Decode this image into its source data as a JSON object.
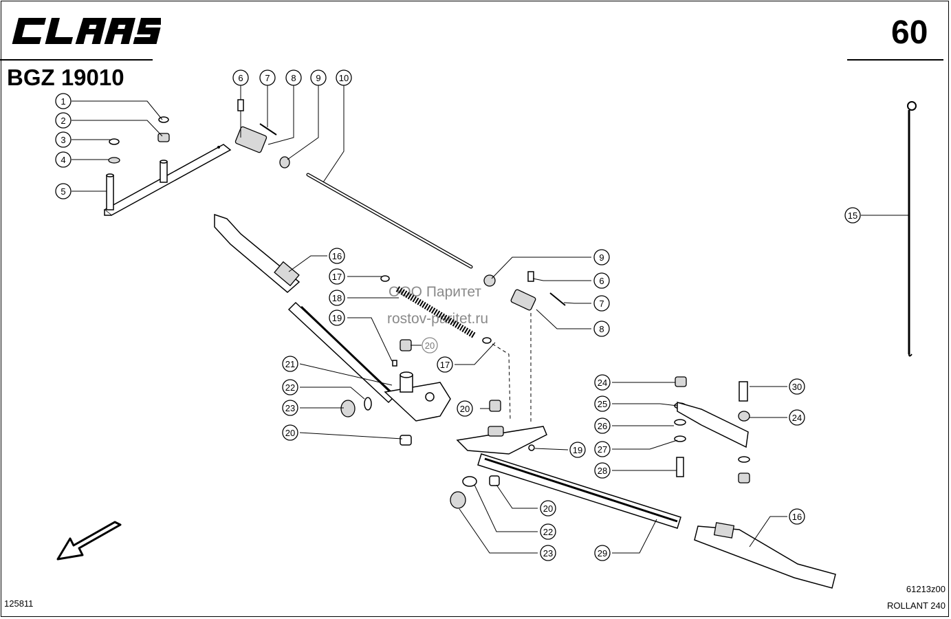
{
  "header": {
    "brand": "CLAAS",
    "page_number": "60",
    "group_code": "BGZ 19010"
  },
  "watermark": {
    "line1": "ООО Паритет",
    "line2": "rostov-paritet.ru"
  },
  "footer": {
    "sheet_id": "125811",
    "drawing_id": "61213z00",
    "model": "ROLLANT 240"
  },
  "callouts": [
    {
      "n": "1"
    },
    {
      "n": "2"
    },
    {
      "n": "3"
    },
    {
      "n": "4"
    },
    {
      "n": "5"
    },
    {
      "n": "6"
    },
    {
      "n": "7"
    },
    {
      "n": "8"
    },
    {
      "n": "9"
    },
    {
      "n": "10"
    },
    {
      "n": "16"
    },
    {
      "n": "17"
    },
    {
      "n": "18"
    },
    {
      "n": "19"
    },
    {
      "n": "21"
    },
    {
      "n": "22"
    },
    {
      "n": "23"
    },
    {
      "n": "20"
    },
    {
      "n": "20"
    },
    {
      "n": "17"
    },
    {
      "n": "9"
    },
    {
      "n": "6"
    },
    {
      "n": "7"
    },
    {
      "n": "8"
    },
    {
      "n": "15"
    },
    {
      "n": "20"
    },
    {
      "n": "19"
    },
    {
      "n": "20"
    },
    {
      "n": "22"
    },
    {
      "n": "23"
    },
    {
      "n": "29"
    },
    {
      "n": "16"
    },
    {
      "n": "24"
    },
    {
      "n": "25"
    },
    {
      "n": "26"
    },
    {
      "n": "27"
    },
    {
      "n": "28"
    },
    {
      "n": "30"
    },
    {
      "n": "24"
    }
  ]
}
